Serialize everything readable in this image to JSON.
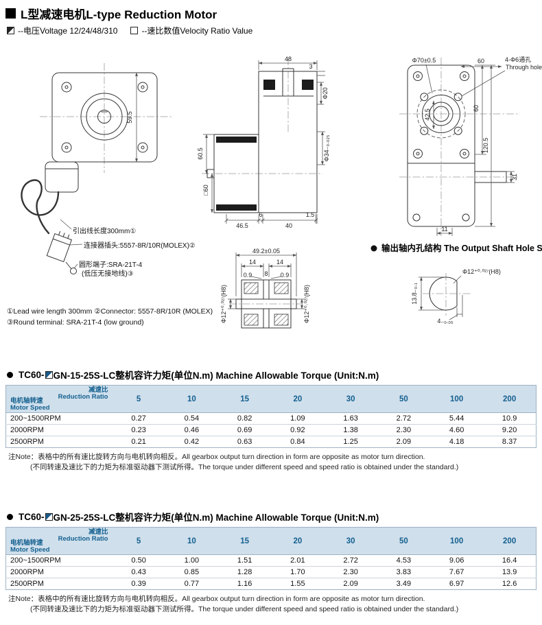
{
  "page": {
    "title": "L型减速电机L-type Reduction Motor",
    "legend_voltage": "--电压Voltage 12/24/48/310",
    "legend_ratio": "--速比数值Velocity Ratio Value"
  },
  "drawings": {
    "front": {
      "dim_height": "59.5",
      "lead_label": "引出线长度300mm①",
      "connector_label": "连接器插头:5557-8R/10R(MOLEX)②",
      "terminal_label_1": "圆形端子:SRA-21T-4",
      "terminal_label_2": "(低压无接地线)③"
    },
    "side": {
      "dim_48": "48",
      "dim_3": "3",
      "dim_d20": "Φ20",
      "dim_d34": "Φ34₋₀.₀₂₅",
      "dim_60_5": "60.5",
      "dim_sq60": "□60",
      "dim_46_5": "46.5",
      "dim_6": "6",
      "dim_40": "40",
      "dim_1_5": "1.5"
    },
    "shaft_detail": {
      "dim_49_2": "49.2±0.05",
      "dim_14a": "14",
      "dim_14b": "14",
      "dim_0_9a": "0.9",
      "dim_8": "8",
      "dim_0_9b": "0.9",
      "dim_d12_left": "Φ12⁺⁰·⁰²⁷(H8)",
      "dim_d12_right": "Φ12⁺⁰·⁰²⁷(H8)"
    },
    "rear": {
      "dim_d70": "Φ70±0.5",
      "dim_60_top": "60",
      "hole_label_cn": "4-Φ6通孔",
      "hole_label_en": "Through hole",
      "dim_42_5": "42.5",
      "dim_60_right": "60",
      "dim_120_5": "120.5",
      "dim_31": "31",
      "dim_11": "11"
    },
    "hole_detail": {
      "title": "输出轴内孔结构 The Output Shaft Hole Structure",
      "dim_d12": "Φ12⁺⁰·⁰²⁷(H8)",
      "dim_13_8": "13.8₋₀.₁",
      "dim_4": "4₋₀.₀₅"
    },
    "footnote_1": "①Lead wire length 300mm ②Connector: 5557-8R/10R (MOLEX)",
    "footnote_2": "③Round terminal: SRA-21T-4 (low ground)"
  },
  "tables": [
    {
      "title_prefix": "TC60-",
      "title_rest": "GN-15-25S-LC整机容许力矩(单位N.m) Machine Allowable Torque (Unit:N.m)",
      "corner": {
        "top_cn": "减速比",
        "top_en": "Reduction Ratio",
        "bottom_cn": "电机轴转速",
        "bottom_en": "Motor Speed"
      },
      "ratios": [
        "5",
        "10",
        "15",
        "20",
        "30",
        "50",
        "100",
        "200"
      ],
      "rows": [
        {
          "speed": "200~1500RPM",
          "values": [
            "0.27",
            "0.54",
            "0.82",
            "1.09",
            "1.63",
            "2.72",
            "5.44",
            "10.9"
          ]
        },
        {
          "speed": "2000RPM",
          "values": [
            "0.23",
            "0.46",
            "0.69",
            "0.92",
            "1.38",
            "2.30",
            "4.60",
            "9.20"
          ]
        },
        {
          "speed": "2500RPM",
          "values": [
            "0.21",
            "0.42",
            "0.63",
            "0.84",
            "1.25",
            "2.09",
            "4.18",
            "8.37"
          ]
        }
      ],
      "note_1": "注Note：表格中的所有速比旋转方向与电机转向相反。All gearbox output turn direction in form are opposite as motor turn direction.",
      "note_2": "(不同转速及速比下的力矩为标准驱动器下测试所得。The torque under different speed and speed ratio is obtained under the standard.)"
    },
    {
      "title_prefix": "TC60-",
      "title_rest": "GN-25-25S-LC整机容许力矩(单位N.m) Machine Allowable Torque (Unit:N.m)",
      "corner": {
        "top_cn": "减速比",
        "top_en": "Reduction Ratio",
        "bottom_cn": "电机轴转速",
        "bottom_en": "Motor Speed"
      },
      "ratios": [
        "5",
        "10",
        "15",
        "20",
        "30",
        "50",
        "100",
        "200"
      ],
      "rows": [
        {
          "speed": "200~1500RPM",
          "values": [
            "0.50",
            "1.00",
            "1.51",
            "2.01",
            "2.72",
            "4.53",
            "9.06",
            "16.4"
          ]
        },
        {
          "speed": "2000RPM",
          "values": [
            "0.43",
            "0.85",
            "1.28",
            "1.70",
            "2.30",
            "3.83",
            "7.67",
            "13.9"
          ]
        },
        {
          "speed": "2500RPM",
          "values": [
            "0.39",
            "0.77",
            "1.16",
            "1.55",
            "2.09",
            "3.49",
            "6.97",
            "12.6"
          ]
        }
      ],
      "note_1": "注Note：表格中的所有速比旋转方向与电机转向相反。All gearbox output turn direction in form are opposite as motor turn direction.",
      "note_2": "(不同转速及速比下的力矩为标准驱动器下测试所得。The torque under different speed and speed ratio is obtained under the standard.)"
    }
  ]
}
